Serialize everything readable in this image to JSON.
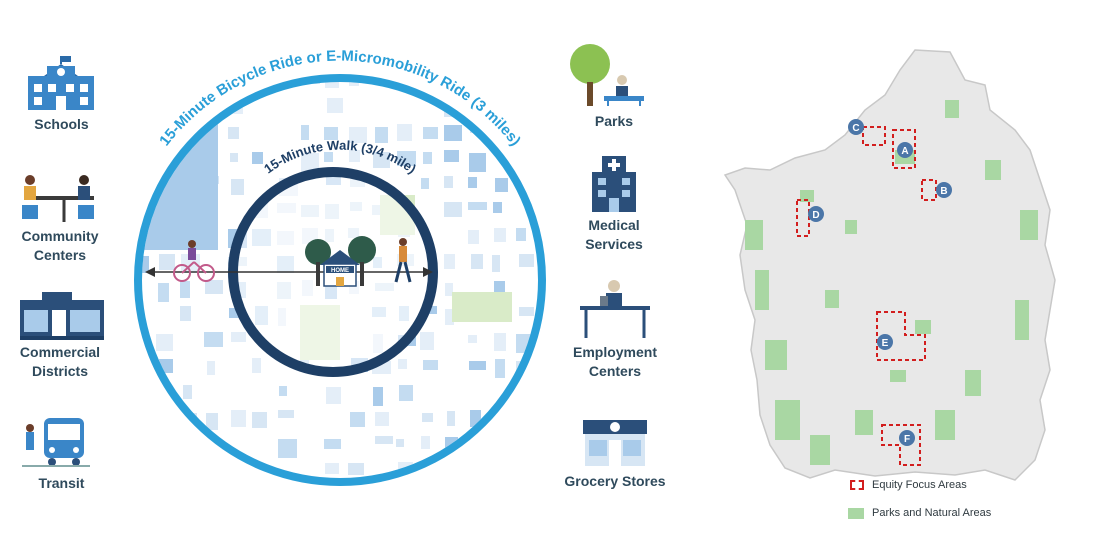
{
  "diagram": {
    "outer_ring_label": "15-Minute Bicycle Ride or E-Micromobility Ride (3 miles)",
    "inner_ring_label": "15-Minute Walk (3/4 mile)",
    "home_label": "HOME",
    "destinations_left": [
      {
        "id": "schools",
        "label_lines": [
          "Schools"
        ],
        "icon": "school-icon"
      },
      {
        "id": "community",
        "label_lines": [
          "Community",
          "Centers"
        ],
        "icon": "people-at-table-icon"
      },
      {
        "id": "commercial",
        "label_lines": [
          "Commercial",
          "Districts"
        ],
        "icon": "storefront-icon"
      },
      {
        "id": "transit",
        "label_lines": [
          "Transit"
        ],
        "icon": "bus-icon"
      }
    ],
    "destinations_right": [
      {
        "id": "parks",
        "label_lines": [
          "Parks"
        ],
        "icon": "tree-bench-icon"
      },
      {
        "id": "medical",
        "label_lines": [
          "Medical",
          "Services"
        ],
        "icon": "hospital-icon"
      },
      {
        "id": "employment",
        "label_lines": [
          "Employment",
          "Centers"
        ],
        "icon": "desk-worker-icon"
      },
      {
        "id": "grocery",
        "label_lines": [
          "Grocery Stores"
        ],
        "icon": "grocery-store-icon"
      }
    ]
  },
  "map": {
    "focus_areas": [
      "A",
      "B",
      "C",
      "D",
      "E",
      "F"
    ],
    "legend": [
      {
        "label": "Equity Focus Areas",
        "swatch": "dashed-red-box"
      },
      {
        "label": "Parks and Natural Areas",
        "swatch": "green-fill"
      }
    ]
  },
  "colors": {
    "ring_outer": "#2a9fd8",
    "ring_inner": "#1e3f66",
    "building_light": "#d7e6f4",
    "building_mid": "#a9cbea",
    "text_dark": "#2f4a5c",
    "equity_red": "#d21e1e",
    "park_green": "#a9d7a3",
    "marker_blue": "#4b76a8"
  }
}
